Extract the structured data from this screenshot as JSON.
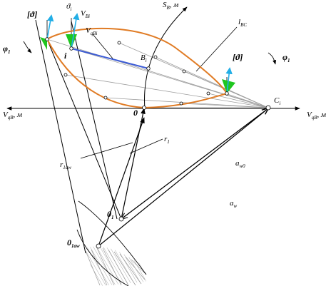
{
  "colors": {
    "contour": "#e07b24",
    "chord": "#3b5bd6",
    "arrow_blue": "#22aee6",
    "green": "#1fc61f",
    "hatch": "#9a9a9a",
    "line": "#000000",
    "thin": "#9e9e9e"
  },
  "labels": {
    "theta_left": "[ϑ]",
    "theta_right": "[ϑ]",
    "theta_i": "ϑ",
    "theta_i_sub": "i",
    "vbi": "V",
    "vbi_sub": "Bi",
    "vqbi": "V",
    "vqbi_sub": "qBi",
    "sb": "S",
    "sb_sub": "B",
    "sb_unit": ", м",
    "lbc": "l",
    "lbc_sub": "BC",
    "phi_left": "φ",
    "phi_left_sub": "1",
    "phi_right": "φ",
    "phi_right_sub": "1",
    "point_i": "i",
    "bi": "B",
    "bi_sub": "i",
    "ci": "C",
    "ci_sub": "i",
    "vqb_left": "V",
    "vqb_left_sub": "qB",
    "vqb_left_unit": ", м",
    "vqb_right": "V",
    "vqb_right_sub": "qB",
    "vqb_right_unit": ", м",
    "origin": "0",
    "r1": "r",
    "r1_sub": "1",
    "r1aw": "r",
    "r1aw_sub": "1aw",
    "aw0": "a",
    "aw0_sub": "w0",
    "aw": "a",
    "aw_sub": "w",
    "o1": "0",
    "o1_sub": "1",
    "o1aw": "0",
    "o1aw_sub": "1aw"
  }
}
